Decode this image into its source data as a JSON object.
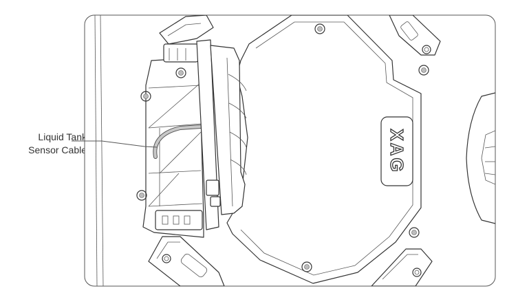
{
  "callout": {
    "line1": "Liquid Tank",
    "line2": "Sensor Cable"
  },
  "logo_text": "XAG"
}
